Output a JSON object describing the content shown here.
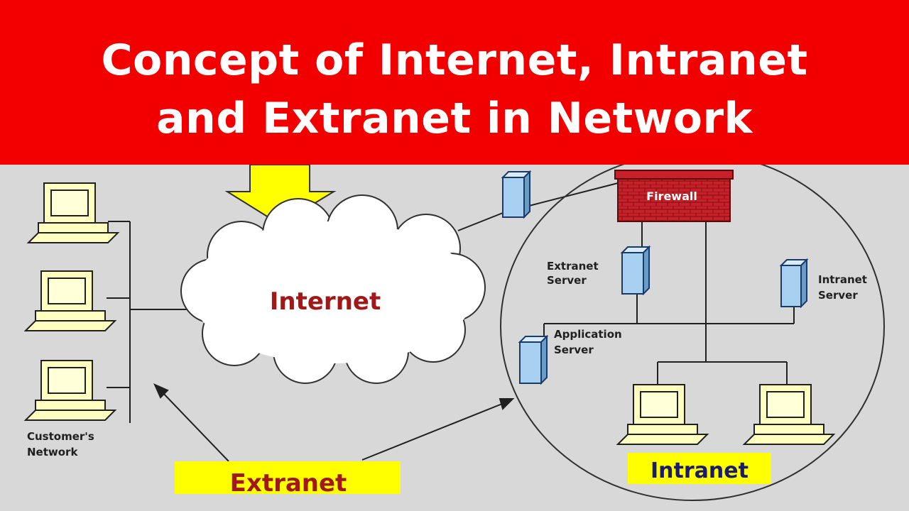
{
  "title": {
    "line1": "Concept of Internet, Intranet",
    "line2": "and Extranet in Network"
  },
  "labels": {
    "internet": "Internet",
    "firewall": "Firewall",
    "extranet_server_1": "Extranet",
    "extranet_server_2": "Server",
    "intranet_server_1": "Intranet",
    "intranet_server_2": "Server",
    "application_server_1": "Application",
    "application_server_2": "Server",
    "customers_network_1": "Customer's",
    "customers_network_2": "Network",
    "extranet": "Extranet",
    "intranet": "Intranet"
  },
  "colors": {
    "banner": "#f20000",
    "background": "#d8d8d8",
    "internet_text": "#a01818",
    "callout_bg": "#ffff00",
    "extranet_text": "#a01818",
    "intranet_text": "#1a1a6e",
    "firewall": "#c8202a",
    "arrow": "#ffff00",
    "server": "#a8d0f0"
  }
}
